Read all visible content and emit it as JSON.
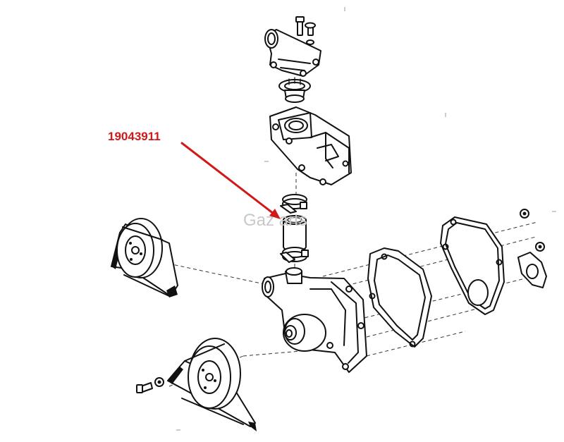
{
  "diagram": {
    "part_number": "19043911",
    "watermark": "Gaz  arts",
    "colors": {
      "callout": "#d11919",
      "line": "#111111",
      "watermark": "#c8c8c8",
      "background": "#ffffff"
    },
    "parts": [
      {
        "name": "thermostat-housing-cover"
      },
      {
        "name": "thermostat"
      },
      {
        "name": "thermostat-housing"
      },
      {
        "name": "hose-clamp-upper"
      },
      {
        "name": "bypass-hose"
      },
      {
        "name": "hose-clamp-lower"
      },
      {
        "name": "water-pump"
      },
      {
        "name": "water-pump-gasket"
      },
      {
        "name": "backing-plate"
      },
      {
        "name": "cover-plate-gasket"
      },
      {
        "name": "upper-pulley-with-belt"
      },
      {
        "name": "lower-pulley-with-belt"
      },
      {
        "name": "bolts-and-nuts"
      }
    ]
  }
}
